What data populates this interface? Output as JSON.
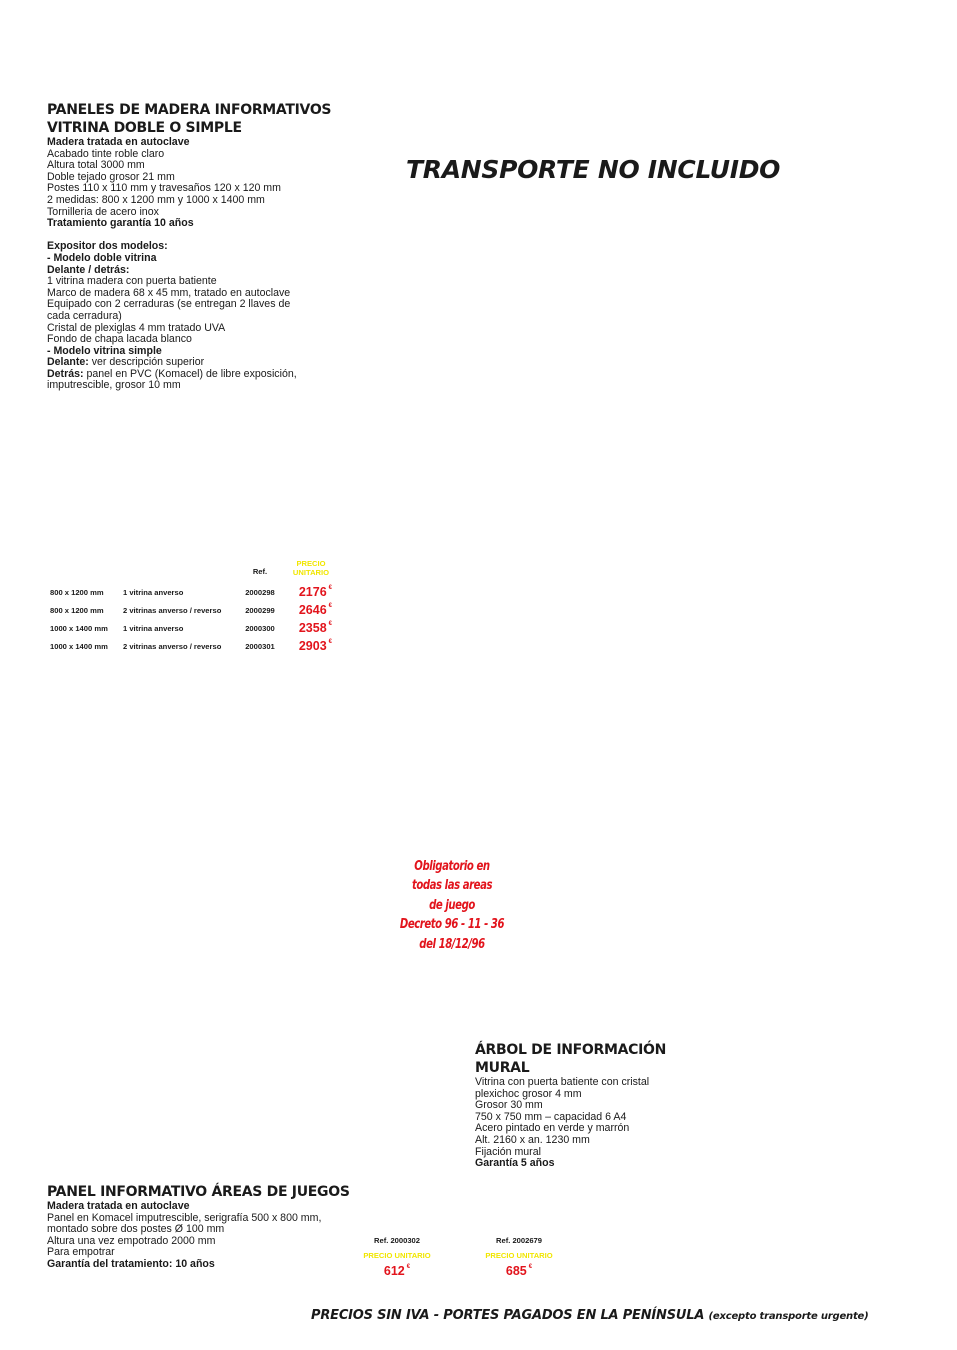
{
  "transport_notice": "TRANSPORTE NO INCLUIDO",
  "panels": {
    "title": [
      "PANELES DE MADERA INFORMATIVOS",
      "VITRINA DOBLE O SIMPLE"
    ],
    "lines": [
      {
        "text": "Madera tratada en autoclave",
        "bold": true
      },
      {
        "text": "Acabado tinte roble claro"
      },
      {
        "text": "Altura total 3000 mm"
      },
      {
        "text": "Doble tejado grosor 21 mm"
      },
      {
        "text": "Postes 110 x 110 mm y travesaños 120 x 120 mm"
      },
      {
        "text": "2 medidas: 800 x 1200 mm y 1000 x 1400 mm"
      },
      {
        "text": "Tornilleria de acero inox"
      },
      {
        "text": "Tratamiento garantía 10 años",
        "bold": true
      },
      {
        "text": ""
      },
      {
        "text": "Expositor dos modelos:",
        "bold": true
      },
      {
        "text": "- Modelo doble vitrina",
        "bold": true
      },
      {
        "text": "Delante / detrás:",
        "bold": true
      },
      {
        "text": "1 vitrina madera con puerta batiente"
      },
      {
        "text": "Marco de madera 68 x 45 mm, tratado en autoclave"
      },
      {
        "text": "Equipado con 2 cerraduras (se entregan 2 llaves de"
      },
      {
        "text": "cada cerradura)"
      },
      {
        "text": "Cristal de plexiglas 4 mm tratado UVA"
      },
      {
        "text": "Fondo de chapa lacada blanco"
      },
      {
        "text": "- Modelo vitrina simple",
        "bold": true
      },
      {
        "label": "Delante:",
        "text": " ver descripción superior"
      },
      {
        "label": "Detrás:",
        "text": " panel en PVC (Komacel) de libre exposición,"
      },
      {
        "text": "imputrescible, grosor 10 mm"
      }
    ],
    "table": {
      "ref_header": "Ref.",
      "price_header": [
        "PRECIO",
        "UNITARIO"
      ],
      "currency": "€",
      "rows": [
        {
          "size": "800 x 1200 mm",
          "desc": "1 vitrina anverso",
          "ref": "2000298",
          "price": "2176"
        },
        {
          "size": "800 x 1200 mm",
          "desc": "2 vitrinas anverso / reverso",
          "ref": "2000299",
          "price": "2646"
        },
        {
          "size": "1000 x 1400 mm",
          "desc": "1 vitrina anverso",
          "ref": "2000300",
          "price": "2358"
        },
        {
          "size": "1000 x 1400 mm",
          "desc": "2 vitrinas anverso / reverso",
          "ref": "2000301",
          "price": "2903"
        }
      ]
    }
  },
  "mandatory_notice": [
    "Obligatorio en",
    "todas las areas",
    "de juego",
    "Decreto 96 - 11 - 36",
    "del 18/12/96"
  ],
  "arbol": {
    "title": [
      "ÁRBOL DE INFORMACIÓN",
      "MURAL"
    ],
    "lines": [
      {
        "text": "Vitrina con puerta batiente con cristal"
      },
      {
        "text": "plexichoc grosor 4 mm"
      },
      {
        "text": "Grosor 30 mm"
      },
      {
        "text": "750 x 750 mm – capacidad 6 A4"
      },
      {
        "text": "Acero pintado en verde y marrón"
      },
      {
        "text": "Alt. 2160 x an. 1230 mm"
      },
      {
        "text": "Fijación mural"
      },
      {
        "text": "Garantía 5 años",
        "bold": true
      }
    ]
  },
  "panel_juegos": {
    "title": "PANEL INFORMATIVO ÁREAS DE JUEGOS",
    "lines": [
      {
        "text": "Madera tratada en autoclave",
        "bold": true
      },
      {
        "text": "Panel en Komacel imputrescible, serigrafía 500 x 800 mm,"
      },
      {
        "text": "montado sobre dos postes Ø 100 mm"
      },
      {
        "text": "Altura una vez empotrado 2000 mm"
      },
      {
        "text": "Para empotrar"
      },
      {
        "text": "Garantía del tratamiento: 10 años",
        "bold": true
      }
    ]
  },
  "price_blocks": [
    {
      "ref": "Ref. 2000302",
      "label": "PRECIO UNITARIO",
      "price": "612",
      "currency": "€"
    },
    {
      "ref": "Ref. 2002679",
      "label": "PRECIO UNITARIO",
      "price": "685",
      "currency": "€"
    }
  ],
  "footer": {
    "main": "PRECIOS SIN IVA - PORTES PAGADOS EN LA PENÍNSULA",
    "note": "(excepto transporte urgente)"
  },
  "colors": {
    "red": "#e2141c",
    "yellow": "#f1e600",
    "text": "#1a1a1a"
  }
}
